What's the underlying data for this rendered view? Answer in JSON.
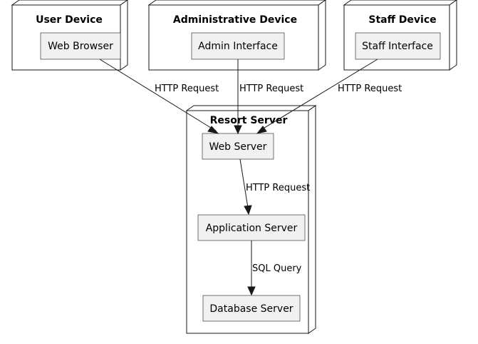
{
  "nodes": {
    "user_device": {
      "title": "User Device",
      "component": "Web Browser"
    },
    "admin_device": {
      "title": "Administrative Device",
      "component": "Admin Interface"
    },
    "staff_device": {
      "title": "Staff Device",
      "component": "Staff Interface"
    },
    "resort_server": {
      "title": "Resort Server",
      "components": {
        "web": "Web Server",
        "app": "Application Server",
        "db": "Database Server"
      }
    }
  },
  "edges": {
    "browser_to_web": "HTTP Request",
    "admin_to_web": "HTTP Request",
    "staff_to_web": "HTTP Request",
    "web_to_app": "HTTP Request",
    "app_to_db": "SQL Query"
  }
}
